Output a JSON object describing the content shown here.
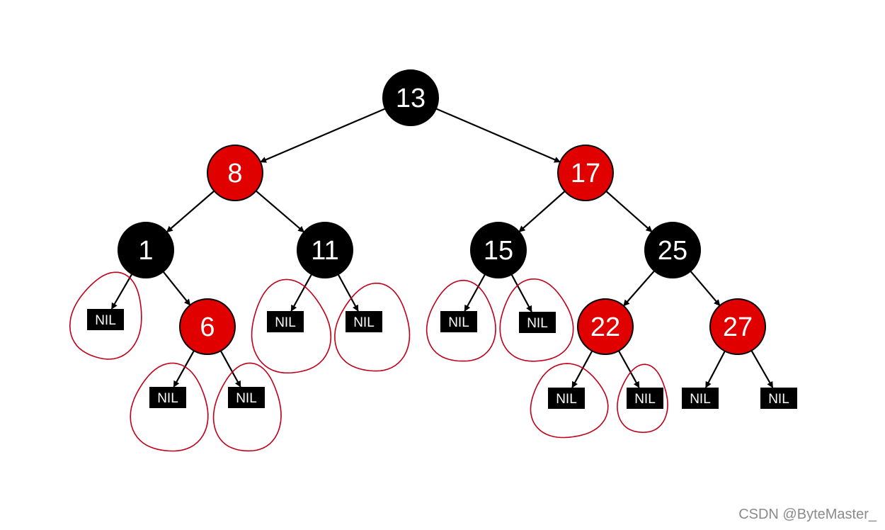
{
  "tree": {
    "nodes": [
      {
        "id": "n13",
        "label": "13",
        "color": "black"
      },
      {
        "id": "n8",
        "label": "8",
        "color": "red"
      },
      {
        "id": "n17",
        "label": "17",
        "color": "red"
      },
      {
        "id": "n1",
        "label": "1",
        "color": "black"
      },
      {
        "id": "n11",
        "label": "11",
        "color": "black"
      },
      {
        "id": "n15",
        "label": "15",
        "color": "black"
      },
      {
        "id": "n25",
        "label": "25",
        "color": "black"
      },
      {
        "id": "n6",
        "label": "6",
        "color": "red"
      },
      {
        "id": "n22",
        "label": "22",
        "color": "red"
      },
      {
        "id": "n27",
        "label": "27",
        "color": "red"
      }
    ],
    "nil_label": "NIL",
    "nil_leaves": [
      {
        "id": "nil1",
        "parent": "n1",
        "circled": true
      },
      {
        "id": "nil2",
        "parent": "n6",
        "circled": true
      },
      {
        "id": "nil3",
        "parent": "n6",
        "circled": true
      },
      {
        "id": "nil4",
        "parent": "n11",
        "circled": true
      },
      {
        "id": "nil5",
        "parent": "n11",
        "circled": true
      },
      {
        "id": "nil6",
        "parent": "n15",
        "circled": true
      },
      {
        "id": "nil7",
        "parent": "n15",
        "circled": true
      },
      {
        "id": "nil8",
        "parent": "n22",
        "circled": true
      },
      {
        "id": "nil9",
        "parent": "n22",
        "circled": true
      },
      {
        "id": "nil10",
        "parent": "n27",
        "circled": false
      },
      {
        "id": "nil11",
        "parent": "n27",
        "circled": false
      }
    ],
    "edges": [
      [
        "n13",
        "n8"
      ],
      [
        "n13",
        "n17"
      ],
      [
        "n8",
        "n1"
      ],
      [
        "n8",
        "n11"
      ],
      [
        "n17",
        "n15"
      ],
      [
        "n17",
        "n25"
      ],
      [
        "n1",
        "nil1"
      ],
      [
        "n1",
        "n6"
      ],
      [
        "n11",
        "nil4"
      ],
      [
        "n11",
        "nil5"
      ],
      [
        "n15",
        "nil6"
      ],
      [
        "n15",
        "nil7"
      ],
      [
        "n25",
        "n22"
      ],
      [
        "n25",
        "n27"
      ],
      [
        "n6",
        "nil2"
      ],
      [
        "n6",
        "nil3"
      ],
      [
        "n22",
        "nil8"
      ],
      [
        "n22",
        "nil9"
      ],
      [
        "n27",
        "nil10"
      ],
      [
        "n27",
        "nil11"
      ]
    ]
  },
  "colors": {
    "red_node": "#e00000",
    "black_node": "#000000",
    "annotation": "#c0001a"
  },
  "watermark": "CSDN @ByteMaster_"
}
